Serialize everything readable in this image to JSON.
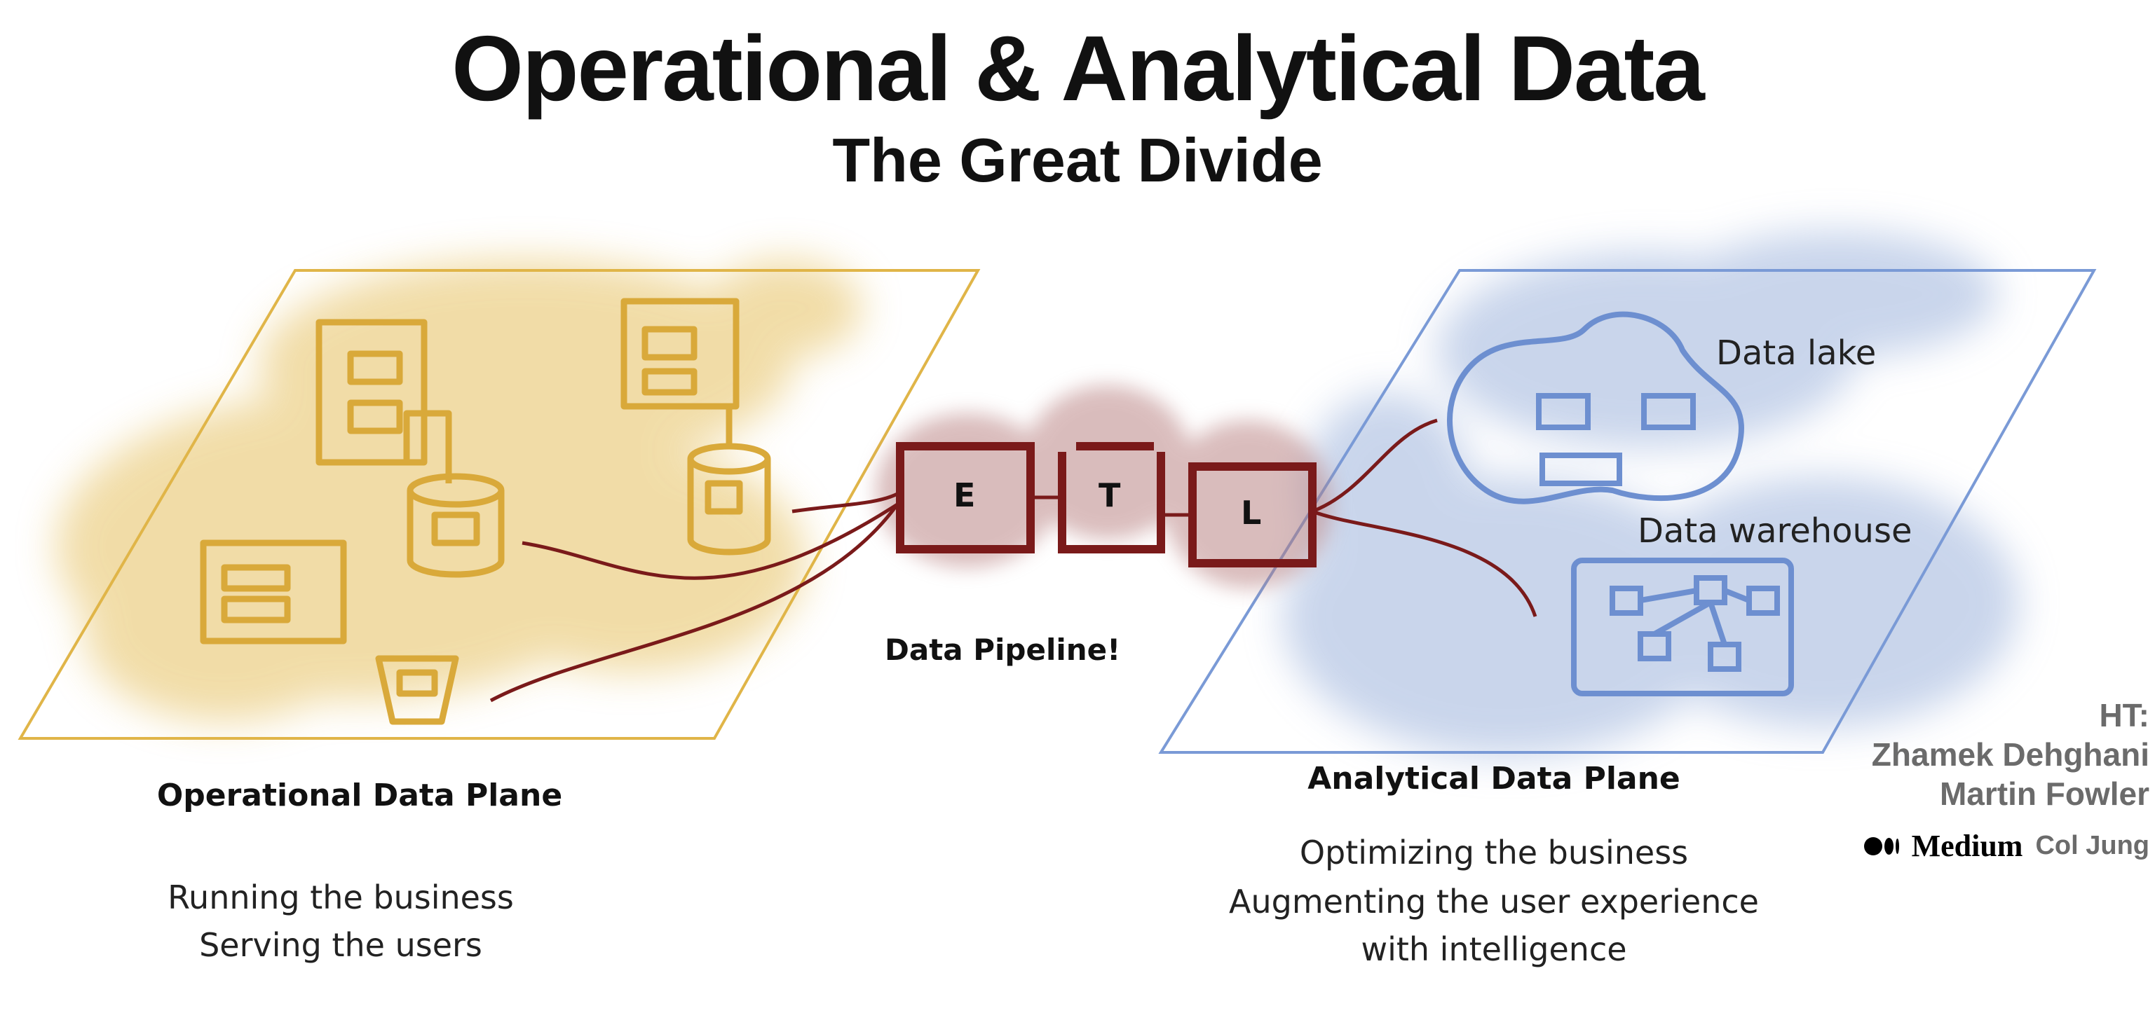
{
  "title": "Operational & Analytical Data",
  "subtitle": "The Great Divide",
  "operational": {
    "label": "Operational Data Plane",
    "lines": [
      "Running the business",
      "Serving the users"
    ]
  },
  "pipeline": {
    "label": "Data Pipeline!",
    "steps": [
      "E",
      "T",
      "L"
    ]
  },
  "analytical": {
    "label": "Analytical Data Plane",
    "stores": [
      "Data lake",
      "Data warehouse"
    ],
    "lines": [
      "Optimizing the business",
      "Augmenting the user experience",
      "with intelligence"
    ]
  },
  "credits": {
    "ht": "HT:",
    "names": [
      "Zhamek Dehghani",
      "Martin Fowler"
    ],
    "medium": "Medium",
    "author": "Col Jung"
  },
  "colors": {
    "operational": "#e0b548",
    "pipeline": "#7a1a1a",
    "analytical": "#7a9ad6"
  }
}
